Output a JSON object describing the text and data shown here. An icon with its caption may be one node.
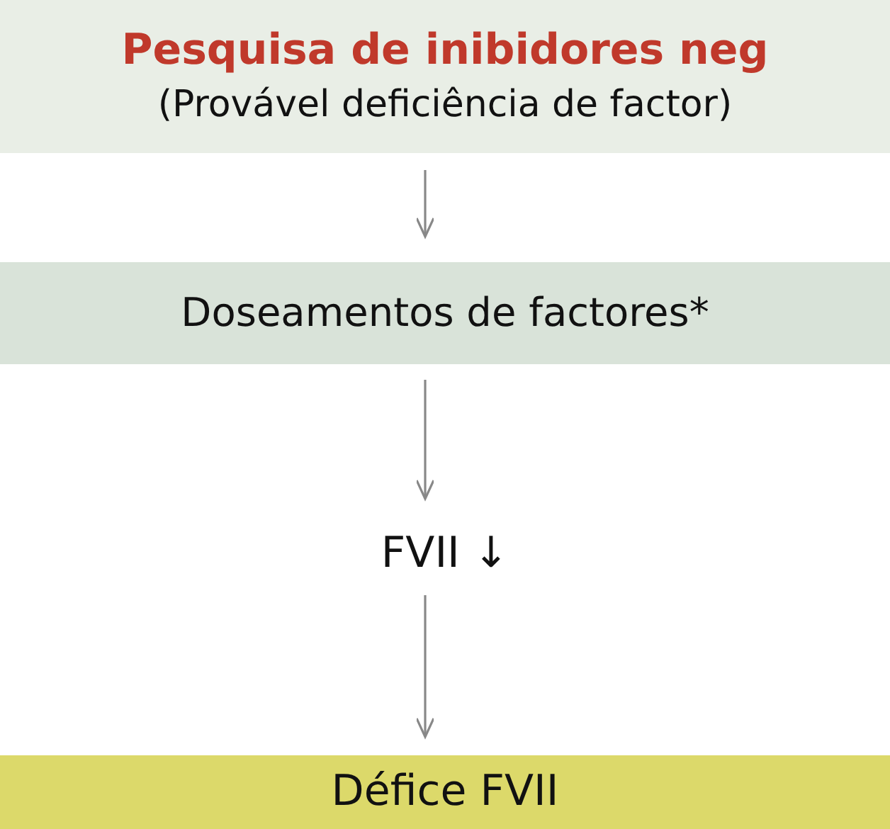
{
  "diagram": {
    "nodes": [
      {
        "text": [
          "Pesquisa de inibidores neg",
          "(Provável deficiência de factor)"
        ]
      },
      {
        "text": [
          "Doseamentos de factores*"
        ]
      },
      {
        "text": [
          "FVII ↓"
        ]
      },
      {
        "text": [
          "Défice FVII"
        ]
      }
    ],
    "edges": [
      {
        "from": 0,
        "to": 1,
        "arrow": "to"
      },
      {
        "from": 1,
        "to": 2,
        "arrow": "to"
      },
      {
        "from": 2,
        "to": 3,
        "arrow": "to"
      }
    ]
  }
}
